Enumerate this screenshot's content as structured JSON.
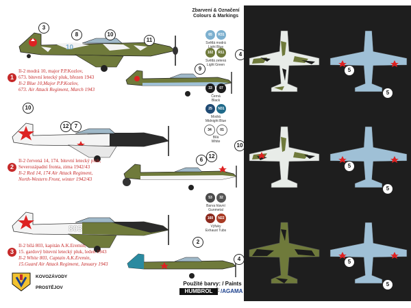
{
  "header": {
    "title_cz": "Zbarvení & Označení",
    "title_en": "Colours & Markings"
  },
  "swatches": [
    {
      "codes": [
        "65",
        "R31"
      ],
      "labels": [
        "Světlá modrá",
        "Light Blue"
      ],
      "colors": [
        "#7db0cf",
        "#7db0cf"
      ]
    },
    {
      "codes": [
        "102",
        "R11"
      ],
      "labels": [
        "Světlá zelená",
        "Light Green"
      ],
      "colors": [
        "#6f7a3b",
        "#6f7a3b"
      ]
    },
    {
      "codes": [
        "33",
        "07"
      ],
      "labels": [
        "Černá",
        "Black"
      ],
      "colors": [
        "#1c1c1c",
        "#1c1c1c"
      ]
    },
    {
      "codes": [
        "25",
        "N31"
      ],
      "labels": [
        "Modrá",
        "Midnight Blue"
      ],
      "colors": [
        "#1f4a73",
        "#1f6a8a"
      ]
    },
    {
      "codes": [
        "34",
        "01"
      ],
      "labels": [
        "Bílá",
        "White"
      ],
      "colors": [
        "#ffffff",
        "#ffffff"
      ]
    },
    {
      "codes": [
        "53",
        "32"
      ],
      "labels": [
        "Barva hlavní",
        "Gunmetal"
      ],
      "colors": [
        "#4a4a4a",
        "#555555"
      ]
    },
    {
      "codes": [
        "160",
        "N22"
      ],
      "labels": [
        "Výfuky",
        "Exhaust Tubs"
      ],
      "colors": [
        "#8c2a1e",
        "#a83a24"
      ]
    }
  ],
  "profiles": [
    {
      "number": "1",
      "cz_line1": "Il-2 modrá 10, major P.P.Kozlov,",
      "cz_line2": "673. bitevní letecký pluk, březen 1943",
      "en_line1": "Il-2 Blue 10,Major P.P.Kozlov,",
      "en_line2": "673. Air Attack Regiment, March 1943",
      "callouts": [
        "3",
        "8",
        "10",
        "11",
        "4",
        "9"
      ]
    },
    {
      "number": "2",
      "cz_line1": "Il-2 červená 14, 174. bitevní letecký pluk,",
      "cz_line2": "Severozápadní fronta, zima 1942/43",
      "en_line1": "Il-2 Red 14, 174 Air Attack Regiment,",
      "en_line2": "North-Western Front, winter 1942/43",
      "callouts": [
        "10",
        "12",
        "7",
        "6",
        "12",
        "10"
      ]
    },
    {
      "number": "3",
      "cz_line1": "Il-2 bílá 803, kapitán A.K.Eremin,",
      "cz_line2": "15. gardový bitevní letecký pluk, leden 1943",
      "en_line1": "Il-2 White 803, Captain A.K.Eremin,",
      "en_line2": "15.Guard Air Attack Regiment, January 1943",
      "callouts": [
        "2",
        "4"
      ]
    }
  ],
  "plan_callouts": [
    "5",
    "5",
    "5",
    "5",
    "5",
    "5"
  ],
  "fuselage_codes": [
    "10",
    "803"
  ],
  "paints": {
    "label": "Použité barvy: / Paints used:",
    "brand1": "HUMBROL",
    "brand2": "/AGAMA"
  },
  "logo": {
    "line1": "KOVOZÁVODY",
    "line2": "PROSTĚJOV"
  }
}
